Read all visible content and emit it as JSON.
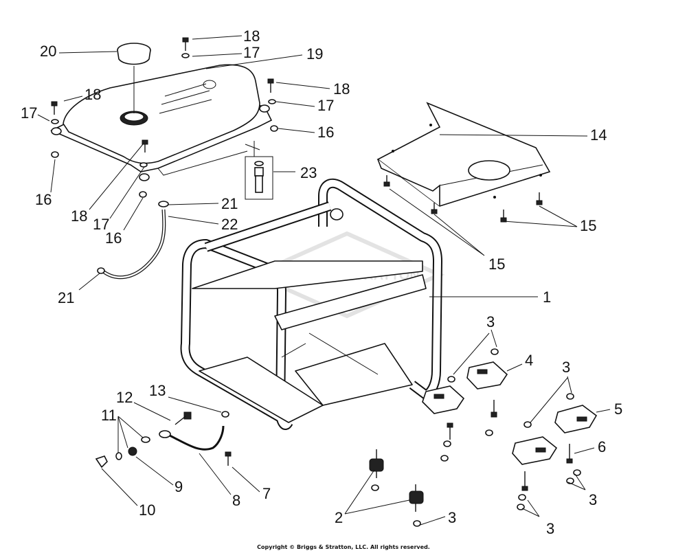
{
  "copyright": "Copyright © Briggs & Stratton, LLC. All rights reserved.",
  "watermark": "BRIGGS & STRATTON",
  "callouts": [
    {
      "id": "c18a",
      "text": "18"
    },
    {
      "id": "c17a",
      "text": "17"
    },
    {
      "id": "c19",
      "text": "19"
    },
    {
      "id": "c20",
      "text": "20"
    },
    {
      "id": "c18b",
      "text": "18"
    },
    {
      "id": "c17b",
      "text": "17"
    },
    {
      "id": "c18c",
      "text": "18"
    },
    {
      "id": "c17c",
      "text": "17"
    },
    {
      "id": "c16a",
      "text": "16"
    },
    {
      "id": "c16b",
      "text": "16"
    },
    {
      "id": "c18d",
      "text": "18"
    },
    {
      "id": "c17d",
      "text": "17"
    },
    {
      "id": "c16c",
      "text": "16"
    },
    {
      "id": "c23",
      "text": "23"
    },
    {
      "id": "c14",
      "text": "14"
    },
    {
      "id": "c21a",
      "text": "21"
    },
    {
      "id": "c22",
      "text": "22"
    },
    {
      "id": "c21b",
      "text": "21"
    },
    {
      "id": "c15a",
      "text": "15"
    },
    {
      "id": "c15b",
      "text": "15"
    },
    {
      "id": "c1",
      "text": "1"
    },
    {
      "id": "c3a",
      "text": "3"
    },
    {
      "id": "c4",
      "text": "4"
    },
    {
      "id": "c3b",
      "text": "3"
    },
    {
      "id": "c5",
      "text": "5"
    },
    {
      "id": "c6",
      "text": "6"
    },
    {
      "id": "c3c",
      "text": "3"
    },
    {
      "id": "c3d",
      "text": "3"
    },
    {
      "id": "c2",
      "text": "2"
    },
    {
      "id": "c3e",
      "text": "3"
    },
    {
      "id": "c13",
      "text": "13"
    },
    {
      "id": "c12",
      "text": "12"
    },
    {
      "id": "c11",
      "text": "11"
    },
    {
      "id": "c9",
      "text": "9"
    },
    {
      "id": "c10",
      "text": "10"
    },
    {
      "id": "c8",
      "text": "8"
    },
    {
      "id": "c7",
      "text": "7"
    }
  ]
}
